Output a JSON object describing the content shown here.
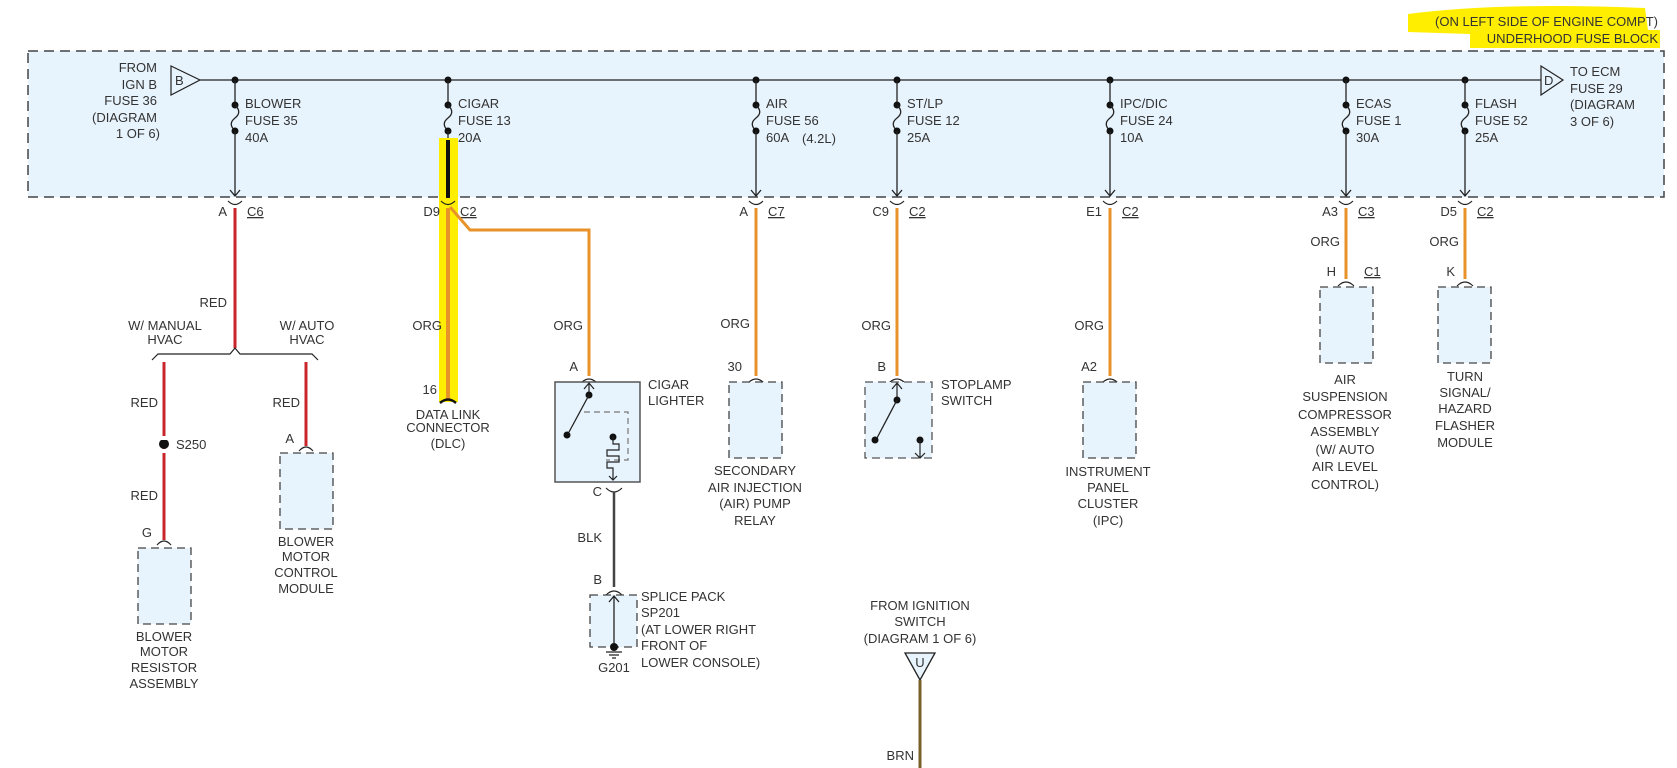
{
  "fuse_block": {
    "title_line1": "(ON LEFT SIDE OF ENGINE COMPT)",
    "title_line2": "UNDERHOOD FUSE BLOCK",
    "highlight_color": "#ffee00",
    "fill_color": "#e8f4fd",
    "input": {
      "connector": "B",
      "lines": [
        "FROM",
        "IGN B",
        "FUSE 36",
        "(DIAGRAM",
        "1 OF 6)"
      ]
    },
    "output": {
      "connector": "D",
      "lines": [
        "TO ECM",
        "FUSE 29",
        "(DIAGRAM",
        "3 OF 6)"
      ]
    },
    "fuses": [
      {
        "name": "BLOWER",
        "fuse": "FUSE 35",
        "rating": "40A",
        "note": "",
        "pin": "A",
        "conn": "C6"
      },
      {
        "name": "CIGAR",
        "fuse": "FUSE 13",
        "rating": "20A",
        "note": "",
        "pin": "D9",
        "conn": "C2"
      },
      {
        "name": "AIR",
        "fuse": "FUSE 56",
        "rating": "60A",
        "note": "(4.2L)",
        "pin": "A",
        "conn": "C7"
      },
      {
        "name": "ST/LP",
        "fuse": "FUSE 12",
        "rating": "25A",
        "note": "",
        "pin": "C9",
        "conn": "C2"
      },
      {
        "name": "IPC/DIC",
        "fuse": "FUSE 24",
        "rating": "10A",
        "note": "",
        "pin": "E1",
        "conn": "C2"
      },
      {
        "name": "ECAS",
        "fuse": "FUSE 1",
        "rating": "30A",
        "note": "",
        "pin": "A3",
        "conn": "C3"
      },
      {
        "name": "FLASH",
        "fuse": "FUSE 52",
        "rating": "25A",
        "note": "",
        "pin": "D5",
        "conn": "C2"
      }
    ]
  },
  "wire_colors": {
    "RED": "#c8262b",
    "ORG": "#e8922a",
    "BLK": "#444444",
    "BRN": "#7a6028"
  },
  "blower": {
    "wire1": "RED",
    "manual_label": [
      "W/ MANUAL",
      "HVAC"
    ],
    "auto_label": [
      "W/ AUTO",
      "HVAC"
    ],
    "manual_wire_top": "RED",
    "splice": "S250",
    "manual_wire_bottom": "RED",
    "resistor_pin": "G",
    "resistor_label": [
      "BLOWER",
      "MOTOR",
      "RESISTOR",
      "ASSEMBLY"
    ],
    "auto_wire": "RED",
    "module_pin": "A",
    "module_label": [
      "BLOWER",
      "MOTOR",
      "CONTROL",
      "MODULE"
    ]
  },
  "dlc": {
    "wire": "ORG",
    "pin": "16",
    "label": [
      "DATA LINK",
      "CONNECTOR",
      "(DLC)"
    ]
  },
  "cigar_lighter": {
    "wire": "ORG",
    "pin_in": "A",
    "label": [
      "CIGAR",
      "LIGHTER"
    ],
    "pin_out": "C",
    "ground_wire": "BLK"
  },
  "splice_pack": {
    "pin": "B",
    "label": [
      "SPLICE PACK",
      "SP201",
      "(AT LOWER RIGHT",
      "FRONT OF",
      "LOWER CONSOLE)"
    ],
    "ground": "G201"
  },
  "air_relay": {
    "wire": "ORG",
    "pin": "30",
    "label": [
      "SECONDARY",
      "AIR INJECTION",
      "(AIR) PUMP",
      "RELAY"
    ]
  },
  "stoplamp": {
    "wire": "ORG",
    "pin": "B",
    "label": [
      "STOPLAMP",
      "SWITCH"
    ]
  },
  "ipc": {
    "wire": "ORG",
    "pin": "A2",
    "label": [
      "INSTRUMENT",
      "PANEL",
      "CLUSTER",
      "(IPC)"
    ]
  },
  "air_susp": {
    "wire": "ORG",
    "pin": "H",
    "conn": "C1",
    "label": [
      "AIR",
      "SUSPENSION",
      "COMPRESSOR",
      "ASSEMBLY",
      "(W/ AUTO",
      "AIR LEVEL",
      "CONTROL)"
    ]
  },
  "flasher": {
    "wire": "ORG",
    "pin": "K",
    "label": [
      "TURN",
      "SIGNAL/",
      "HAZARD",
      "FLASHER",
      "MODULE"
    ]
  },
  "ignition": {
    "connector": "U",
    "label": [
      "FROM IGNITION",
      "SWITCH",
      "(DIAGRAM 1 OF 6)"
    ],
    "wire": "BRN"
  }
}
